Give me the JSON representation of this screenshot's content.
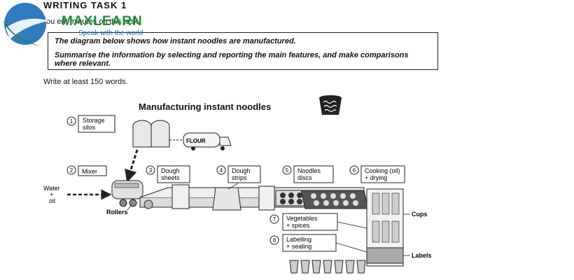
{
  "header": {
    "task_heading": "WRITING TASK 1",
    "instruction": "ou        ent        minutes on this task."
  },
  "logo": {
    "name": "MAXLEARN",
    "tagline": "Speak with the world"
  },
  "prompt": {
    "line1": "The diagram below shows how instant noodles are manufactured.",
    "line2": "Summarise the information by selecting and reporting the main features, and make comparisons where relevant."
  },
  "word_limit": "Write at least 150 words.",
  "diagram": {
    "title": "Manufacturing instant noodles",
    "steps": [
      {
        "num": "1",
        "line1": "Storage",
        "line2": "silos"
      },
      {
        "num": "2",
        "line1": "Mixer",
        "line2": ""
      },
      {
        "num": "3",
        "line1": "Dough",
        "line2": "sheets"
      },
      {
        "num": "4",
        "line1": "Dough",
        "line2": "strips"
      },
      {
        "num": "5",
        "line1": "Noodles",
        "line2": "discs"
      },
      {
        "num": "6",
        "line1": "Cooking (oil)",
        "line2": "+ drying"
      },
      {
        "num": "7",
        "line1": "Vegetables",
        "line2": "+ spices"
      },
      {
        "num": "8",
        "line1": "Labelling",
        "line2": "+ sealing"
      }
    ],
    "labels": {
      "flour": "FLOUR",
      "water": "Water",
      "plus": "+",
      "oil": "oil",
      "rollers": "Rollers",
      "cups": "Cups",
      "labels": "Labels"
    }
  },
  "colors": {
    "brand_green": "#1f8c3a",
    "brand_blue": "#1e6fb8"
  }
}
